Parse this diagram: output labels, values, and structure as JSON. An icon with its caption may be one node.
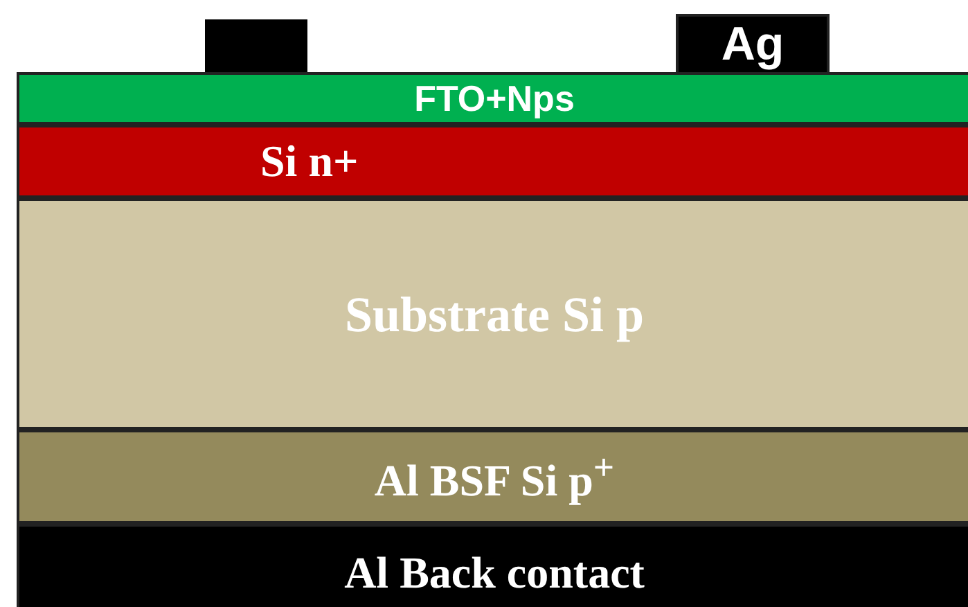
{
  "diagram": {
    "nodes": [
      {
        "text": [],
        "shape": "box"
      },
      {
        "text": [
          "Ag"
        ]
      },
      {
        "text": [
          "FTO+Nps"
        ]
      },
      {
        "text": [
          "Si n+"
        ]
      },
      {
        "text": [
          "Substrate Si p"
        ]
      },
      {
        "text": [
          "Al BSF Si p$^{+}$"
        ]
      },
      {
        "text": [
          "Al Back contact"
        ]
      }
    ]
  }
}
